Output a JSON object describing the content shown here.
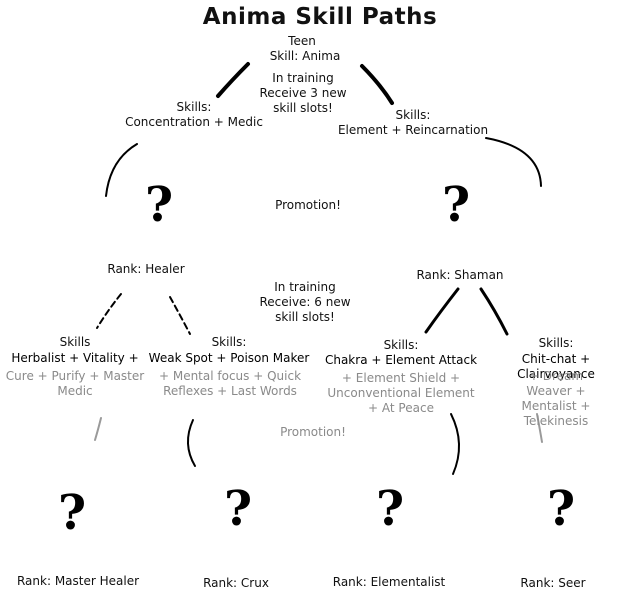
{
  "title": "Anima Skill Paths",
  "root": {
    "stage": "Teen",
    "skill": "Skill: Anima",
    "training": "In training\nReceive 3 new\nskill slots!"
  },
  "branches": {
    "left": "Skills:\nConcentration + Medic",
    "right": "Skills:\nElement + Reincarnation"
  },
  "promotion_1": "Promotion!",
  "mystery_mark": "?",
  "ranks_1": {
    "healer": "Rank: Healer",
    "shaman": "Rank: Shaman"
  },
  "training_2": "In training\nReceive: 6 new\nskill slots!",
  "paths": [
    {
      "heading": "Skills",
      "base": "Herbalist + Vitality +",
      "extra": "Cure + Purify + Master\nMedic",
      "rank": "Rank: Master Healer"
    },
    {
      "heading": "Skills:",
      "base": "Weak Spot + Poison Maker",
      "extra": "+ Mental focus + Quick\nReflexes + Last Words",
      "rank": "Rank: Crux"
    },
    {
      "heading": "Skills:",
      "base": "Chakra + Element Attack",
      "extra": "+ Element Shield +\nUnconventional Element\n+ At Peace",
      "rank": "Rank: Elementalist"
    },
    {
      "heading": "Skills:",
      "base": "Chit-chat  + Clairvoyance",
      "extra": "+ Dream Weaver +\nMentalist + Telekinesis",
      "rank": "Rank: Seer"
    }
  ],
  "promotion_2": "Promotion!",
  "colors": {
    "text": "#111111",
    "secondary_skills": "#8a8a8a",
    "background": "#ffffff"
  }
}
